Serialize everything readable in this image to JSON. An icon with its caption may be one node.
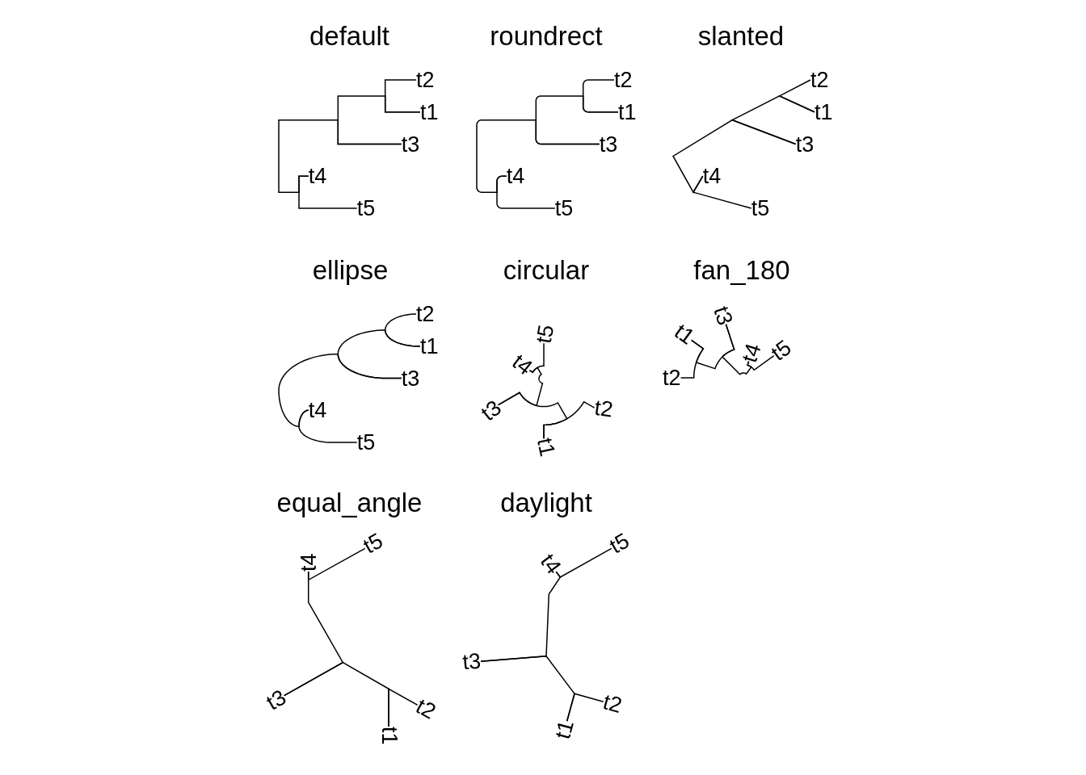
{
  "diagram": {
    "nodes": [
      {
        "text": [
          "t2"
        ]
      },
      {
        "text": [
          "t1"
        ]
      },
      {
        "text": [
          "t3"
        ]
      },
      {
        "text": [
          "t4"
        ]
      },
      {
        "text": [
          "t5"
        ]
      },
      {
        "text": [
          "t2"
        ]
      },
      {
        "text": [
          "t1"
        ]
      },
      {
        "text": [
          "t3"
        ]
      },
      {
        "text": [
          "t4"
        ]
      },
      {
        "text": [
          "t5"
        ]
      },
      {
        "text": [
          "t2"
        ]
      },
      {
        "text": [
          "t1"
        ]
      },
      {
        "text": [
          "t3"
        ]
      },
      {
        "text": [
          "t4"
        ]
      },
      {
        "text": [
          "t5"
        ]
      },
      {
        "text": [
          "t2"
        ]
      },
      {
        "text": [
          "t1"
        ]
      },
      {
        "text": [
          "t3"
        ]
      },
      {
        "text": [
          "t4"
        ]
      },
      {
        "text": [
          "t5"
        ]
      },
      {
        "text": [
          "t5"
        ]
      },
      {
        "text": [
          "t4"
        ]
      },
      {
        "text": [
          "t3"
        ]
      },
      {
        "text": [
          "t2"
        ]
      },
      {
        "text": [
          "t1"
        ]
      },
      {
        "text": [
          "t3"
        ]
      },
      {
        "text": [
          "t1"
        ]
      },
      {
        "text": [
          "t4"
        ]
      },
      {
        "text": [
          "t5"
        ]
      },
      {
        "text": [
          "t2"
        ]
      },
      {
        "text": [
          "t4"
        ]
      },
      {
        "text": [
          "t5"
        ]
      },
      {
        "text": [
          "t3"
        ]
      },
      {
        "text": [
          "t2"
        ]
      },
      {
        "text": [
          "t1"
        ]
      },
      {
        "text": [
          "t4"
        ]
      },
      {
        "text": [
          "t5"
        ]
      },
      {
        "text": [
          "t3"
        ]
      },
      {
        "text": [
          "t2"
        ]
      },
      {
        "text": [
          "t1"
        ]
      }
    ],
    "edges": [
      {
        "from": 0,
        "to": 1,
        "arrow": "none"
      },
      {
        "from": 1,
        "to": 2,
        "arrow": "none"
      },
      {
        "from": 2,
        "to": 3,
        "arrow": "none"
      },
      {
        "from": 3,
        "to": 4,
        "arrow": "none"
      },
      {
        "from": 5,
        "to": 6,
        "arrow": "none"
      },
      {
        "from": 6,
        "to": 7,
        "arrow": "none"
      },
      {
        "from": 7,
        "to": 8,
        "arrow": "none"
      },
      {
        "from": 8,
        "to": 9,
        "arrow": "none"
      },
      {
        "from": 10,
        "to": 11,
        "arrow": "none"
      },
      {
        "from": 11,
        "to": 12,
        "arrow": "none"
      },
      {
        "from": 12,
        "to": 13,
        "arrow": "none"
      },
      {
        "from": 13,
        "to": 14,
        "arrow": "none"
      },
      {
        "from": 15,
        "to": 16,
        "arrow": "none"
      },
      {
        "from": 16,
        "to": 17,
        "arrow": "none"
      },
      {
        "from": 17,
        "to": 18,
        "arrow": "none"
      },
      {
        "from": 18,
        "to": 19,
        "arrow": "none"
      },
      {
        "from": 23,
        "to": 24,
        "arrow": "none"
      },
      {
        "from": 24,
        "to": 22,
        "arrow": "none"
      },
      {
        "from": 22,
        "to": 21,
        "arrow": "none"
      },
      {
        "from": 21,
        "to": 20,
        "arrow": "none"
      },
      {
        "from": 29,
        "to": 26,
        "arrow": "none"
      },
      {
        "from": 26,
        "to": 25,
        "arrow": "none"
      },
      {
        "from": 25,
        "to": 27,
        "arrow": "none"
      },
      {
        "from": 27,
        "to": 28,
        "arrow": "none"
      },
      {
        "from": 33,
        "to": 34,
        "arrow": "none"
      },
      {
        "from": 34,
        "to": 32,
        "arrow": "none"
      },
      {
        "from": 32,
        "to": 30,
        "arrow": "none"
      },
      {
        "from": 30,
        "to": 31,
        "arrow": "none"
      },
      {
        "from": 38,
        "to": 39,
        "arrow": "none"
      },
      {
        "from": 39,
        "to": 37,
        "arrow": "none"
      },
      {
        "from": 37,
        "to": 35,
        "arrow": "none"
      },
      {
        "from": 35,
        "to": 36,
        "arrow": "none"
      }
    ],
    "labels": [
      "default",
      "roundrect",
      "slanted",
      "ellipse",
      "circular",
      "fan_180",
      "equal_angle",
      "daylight"
    ]
  }
}
